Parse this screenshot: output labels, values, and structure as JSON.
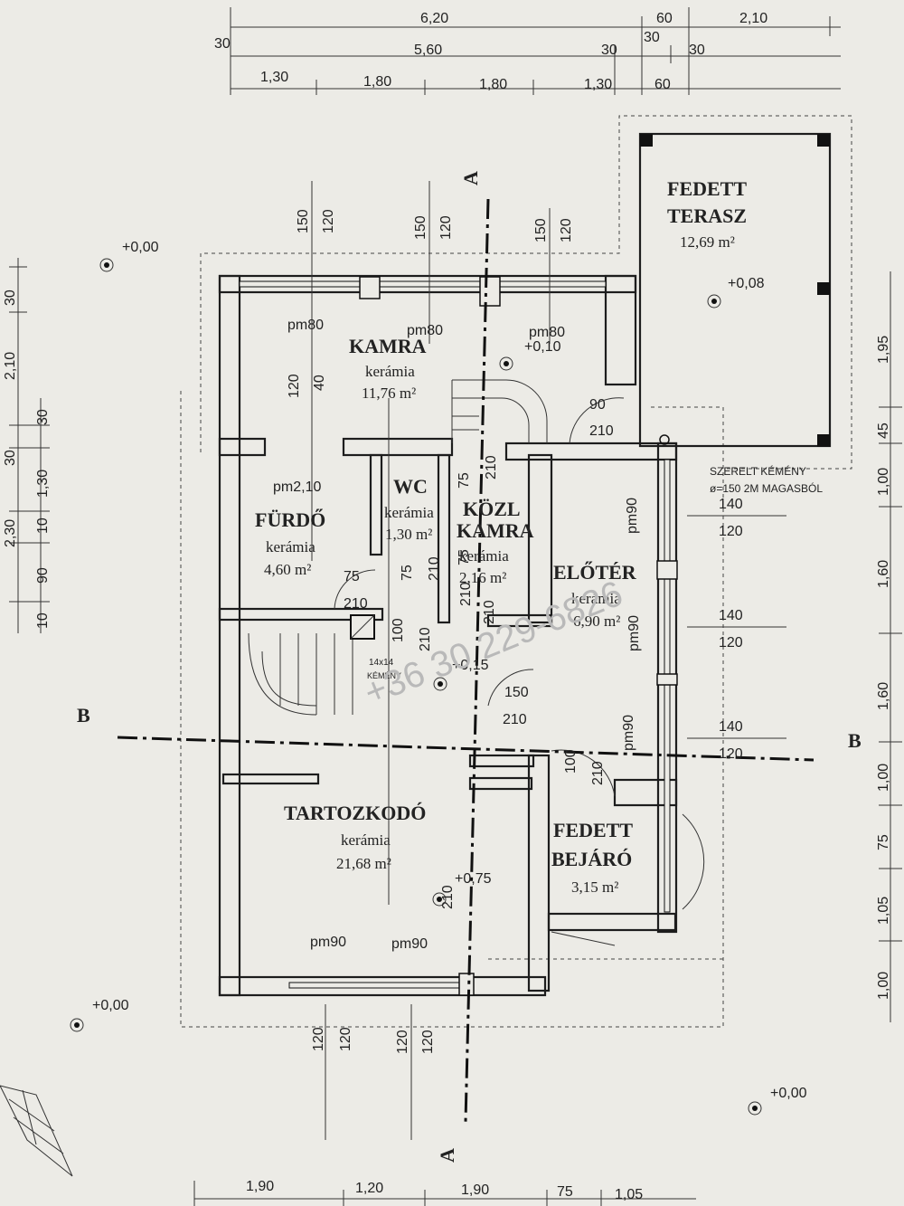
{
  "top_dims": {
    "row1": [
      "6,20",
      "60",
      "2,10"
    ],
    "row2": [
      "30",
      "5,60",
      "30",
      "30",
      "30"
    ],
    "row3": [
      "1,30",
      "1,80",
      "1,80",
      "1,30",
      "60"
    ]
  },
  "bottom_dims": [
    "1,90",
    "1,20",
    "1,90",
    "75",
    "1,05"
  ],
  "left_dims": [
    "30",
    "2,10",
    "30",
    "1,30",
    "30",
    "10",
    "90",
    "10",
    "2,30"
  ],
  "right_dims": [
    "1,95",
    "45",
    "1,00",
    "1,60",
    "1,60",
    "1,00",
    "75",
    "1,05",
    "1,00"
  ],
  "section_labels": {
    "a_top": "A",
    "a_bottom": "A",
    "b_left": "B",
    "b_right": "B"
  },
  "levels": [
    "+0,00",
    "+0,00",
    "+0,00",
    "+0,08",
    "+0,10",
    "+0,15",
    "+0,75"
  ],
  "rooms": {
    "kamra": {
      "name": "KAMRA",
      "material": "kerámia",
      "area": "11,76 m²"
    },
    "furdo": {
      "name": "FÜRDŐ",
      "material": "kerámia",
      "area": "4,60 m²"
    },
    "wc": {
      "name": "WC",
      "material": "kerámia",
      "area": "1,30 m²"
    },
    "kozl_kamra": {
      "name1": "KÖZL",
      "name2": "KAMRA",
      "material": "kerámia",
      "area": "2,16 m²"
    },
    "eloter": {
      "name": "ELŐTÉR",
      "material": "kerámia",
      "area": "6,90 m²"
    },
    "tartozkodo": {
      "name": "TARTOZKODÓ",
      "material": "kerámia",
      "area": "21,68 m²"
    },
    "fedett_bejaro": {
      "name1": "FEDETT",
      "name2": "BEJÁRÓ",
      "area": "3,15 m²"
    },
    "fedett_terasz": {
      "name1": "FEDETT",
      "name2": "TERASZ",
      "area": "12,69 m²"
    }
  },
  "window_labels": {
    "kamra": [
      "pm80",
      "pm80",
      "pm80"
    ],
    "furdo": "pm2,10",
    "eloter": [
      "pm90",
      "pm90",
      "pm90"
    ],
    "tartozkodo": [
      "pm90",
      "pm90"
    ]
  },
  "window_heights": {
    "top": [
      "150",
      "120",
      "150",
      "120",
      "150",
      "120"
    ],
    "bottom": [
      "120",
      "120",
      "120",
      "120"
    ],
    "right": [
      "140",
      "120",
      "140",
      "120",
      "140",
      "120"
    ]
  },
  "door_dims": [
    "120",
    "40",
    "90",
    "210",
    "75",
    "210",
    "75",
    "210",
    "75",
    "210",
    "210",
    "75",
    "210",
    "210",
    "100",
    "210",
    "150",
    "210",
    "100",
    "210"
  ],
  "chimney": {
    "label1": "SZERELT KÉMÉNY",
    "label2": "ø=150 2M MAGASBÓL",
    "small1": "14x14",
    "small2": "KÉMÉNY"
  },
  "watermark": "+36 30 229-6826"
}
